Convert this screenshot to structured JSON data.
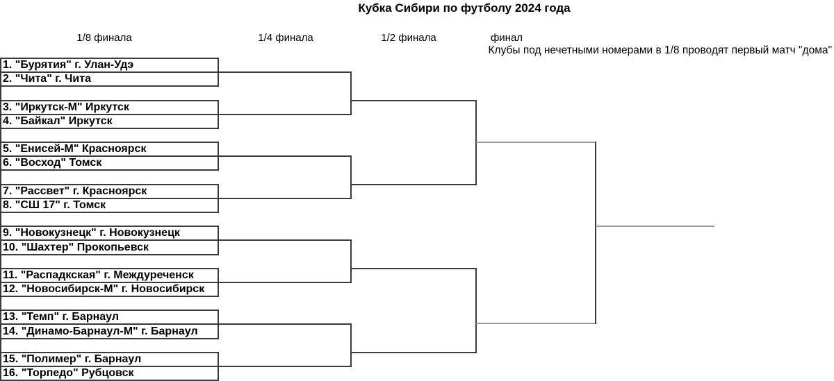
{
  "title": "Кубка Сибири по футболу 2024 года",
  "note": "Клубы под нечетными номерами в 1/8 проводят первый матч \"дома\"",
  "rounds": [
    {
      "label": "1/8 финала"
    },
    {
      "label": "1/4 финала"
    },
    {
      "label": "1/2 финала"
    },
    {
      "label": "финал"
    }
  ],
  "teams": [
    {
      "label": "1. \"Бурятия\" г. Улан-Удэ"
    },
    {
      "label": "2. \"Чита\" г. Чита"
    },
    {
      "label": "3. \"Иркутск-М\" Иркутск"
    },
    {
      "label": "4. \"Байкал\" Иркутск"
    },
    {
      "label": "5. \"Енисей-М\" Красноярск"
    },
    {
      "label": "6. \"Восход\" Томск"
    },
    {
      "label": "7. \"Рассвет\" г. Красноярск"
    },
    {
      "label": "8. \"СШ 17\" г. Томск"
    },
    {
      "label": "9. \"Новокузнецк\" г. Новокузнецк"
    },
    {
      "label": "10. \"Шахтер\" Прокопьевск"
    },
    {
      "label": "11. \"Распадкская\" г. Междуреченск"
    },
    {
      "label": "12. \"Новосибирск-М\" г. Новосибирск"
    },
    {
      "label": "13. \"Темп\" г. Барнаул"
    },
    {
      "label": "14.  \"Динамо-Барнаул-М\" г. Барнаул"
    },
    {
      "label": "15. \"Полимер\" г. Барнаул"
    },
    {
      "label": "16. \"Торпедо\" Рубцовск"
    }
  ],
  "colors": {
    "line_dark": "#3a3a3a",
    "line_gray": "#9a9a9a",
    "text": "#000000"
  }
}
